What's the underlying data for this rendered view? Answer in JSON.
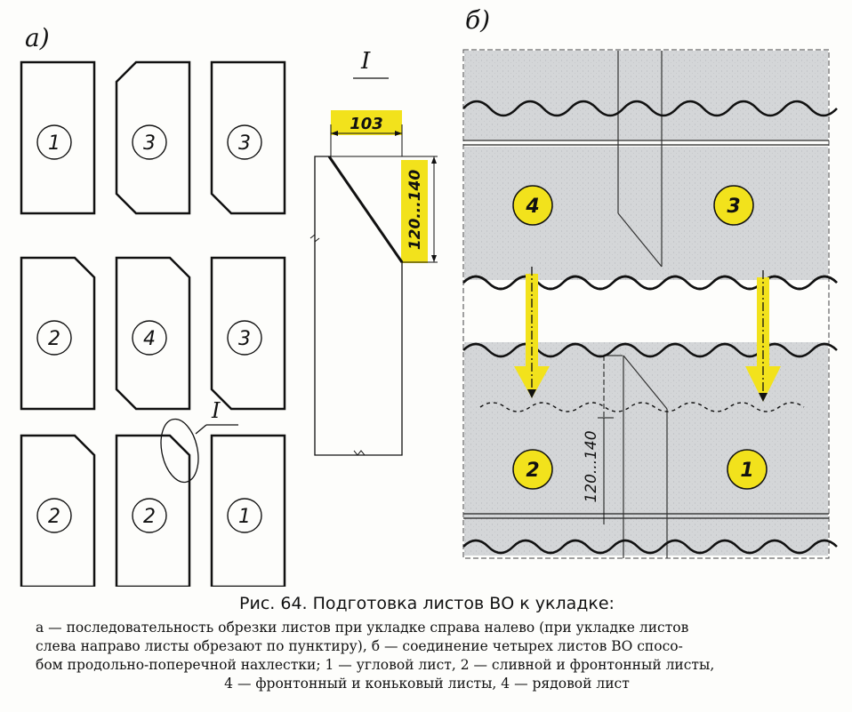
{
  "panel_a_label": "а)",
  "panel_b_label": "б)",
  "detail_label": "I",
  "callout_label": "I",
  "sheets_a": [
    {
      "row": 0,
      "col": 0,
      "number": "1",
      "cut": "none"
    },
    {
      "row": 0,
      "col": 1,
      "number": "3",
      "cut": "top-left-bottom-left"
    },
    {
      "row": 0,
      "col": 2,
      "number": "3",
      "cut": "bottom-left"
    },
    {
      "row": 1,
      "col": 0,
      "number": "2",
      "cut": "top-right"
    },
    {
      "row": 1,
      "col": 1,
      "number": "4",
      "cut": "top-right-bottom-left"
    },
    {
      "row": 1,
      "col": 2,
      "number": "3",
      "cut": "bottom-left"
    },
    {
      "row": 2,
      "col": 0,
      "number": "2",
      "cut": "top-right"
    },
    {
      "row": 2,
      "col": 1,
      "number": "2",
      "cut": "top-right"
    },
    {
      "row": 2,
      "col": 2,
      "number": "1",
      "cut": "none"
    }
  ],
  "dim_width": "103",
  "dim_height": "120...140",
  "panel_b_overlap_dim": "120...140",
  "sheets_b": [
    {
      "number": "4",
      "position": "top-left"
    },
    {
      "number": "3",
      "position": "top-right"
    },
    {
      "number": "2",
      "position": "bottom-left"
    },
    {
      "number": "1",
      "position": "bottom-right"
    }
  ],
  "colors": {
    "highlight": "#f2e21c",
    "sheet_fill": "#d4d6d8",
    "ink": "#111111"
  },
  "caption": {
    "title": "Рис. 64. Подготовка листов ВО к укладке:",
    "line1": "а — последовательность обрезки листов при укладке справа налево (при укладке листов",
    "line2": "слева направо листы обрезают по пунктиру), б — соединение четырех листов ВО спосо-",
    "line3": "бом продольно-поперечной нахлестки; 1 — угловой лист, 2 — сливной и фронтонный листы,",
    "line4": "4 — фронтонный и коньковый листы, 4 — рядовой лист"
  }
}
